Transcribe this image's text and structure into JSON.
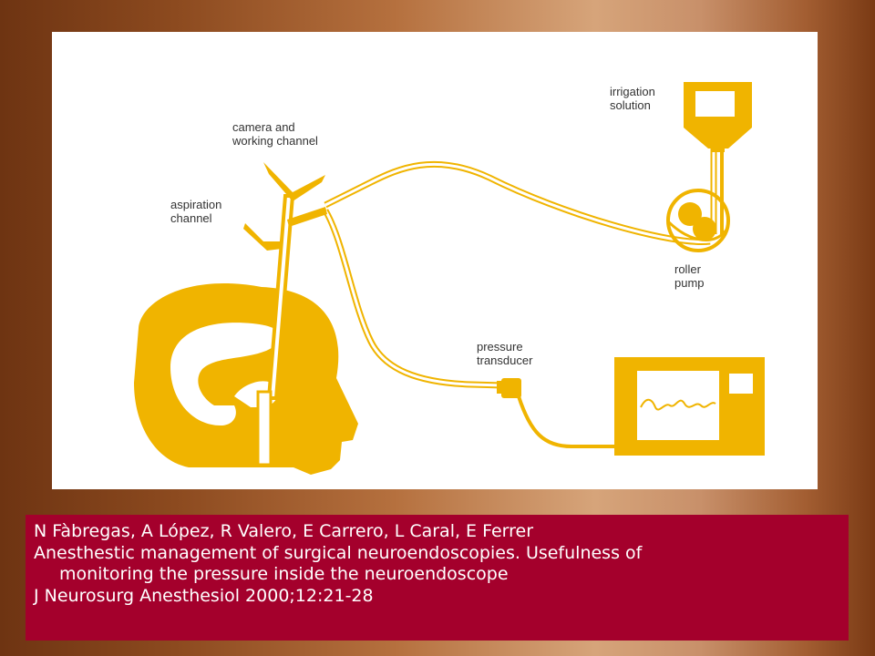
{
  "diagram": {
    "labels": {
      "irrigation": "irrigation\nsolution",
      "camera": "camera and\nworking channel",
      "aspiration": "aspiration\nchannel",
      "roller": "roller\npump",
      "pressure": "pressure\ntransducer"
    },
    "colors": {
      "device": "#f0b400",
      "outline": "#e8a800",
      "background": "#ffffff",
      "label": "#333333"
    }
  },
  "citation": {
    "authors": "N Fàbregas, A López, R Valero, E Carrero, L Caral, E Ferrer",
    "title_line1": "Anesthestic management of surgical neuroendoscopies. Usefulness of",
    "title_line2": "monitoring the pressure inside the neuroendoscope",
    "journal": "J Neurosurg Anesthesiol 2000;12:21-28"
  }
}
